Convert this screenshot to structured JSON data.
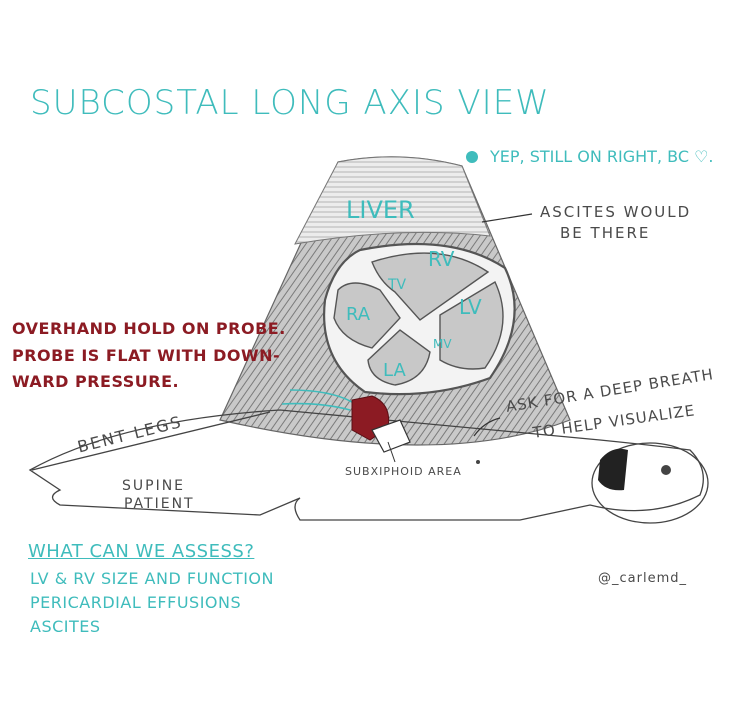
{
  "title": "SUBCOSTAL LONG AXIS VIEW",
  "side_note": "YEP, STILL ON RIGHT, BC ♡.",
  "ascites": [
    "ASCITES WOULD",
    "BE THERE"
  ],
  "probe_hold": [
    "OVERHAND HOLD ON PROBE.",
    "PROBE IS FLAT WITH DOWN-",
    "WARD PRESSURE."
  ],
  "breath_tip": [
    "ASK FOR A DEEP BREATH",
    "TO HELP VISUALIZE"
  ],
  "bent_legs": "BENT LEGS",
  "supine": [
    "SUPINE",
    "PATIENT"
  ],
  "subxiphoid": "SUBXIPHOID AREA",
  "structures": {
    "liver": "LIVER",
    "rv": "RV",
    "tv": "TV",
    "ra": "RA",
    "lv": "LV",
    "la": "LA",
    "mv": "MV"
  },
  "assess_heading": "WHAT CAN WE ASSESS?",
  "assess_items": [
    "LV & RV SIZE AND FUNCTION",
    "PERICARDIAL EFFUSIONS",
    "ASCITES"
  ],
  "credit": "@_carlemd_",
  "colors": {
    "teal": "#3fbcbc",
    "dark_red": "#8c1b23",
    "pencil": "#555555",
    "shading": "#8a8a8a"
  }
}
